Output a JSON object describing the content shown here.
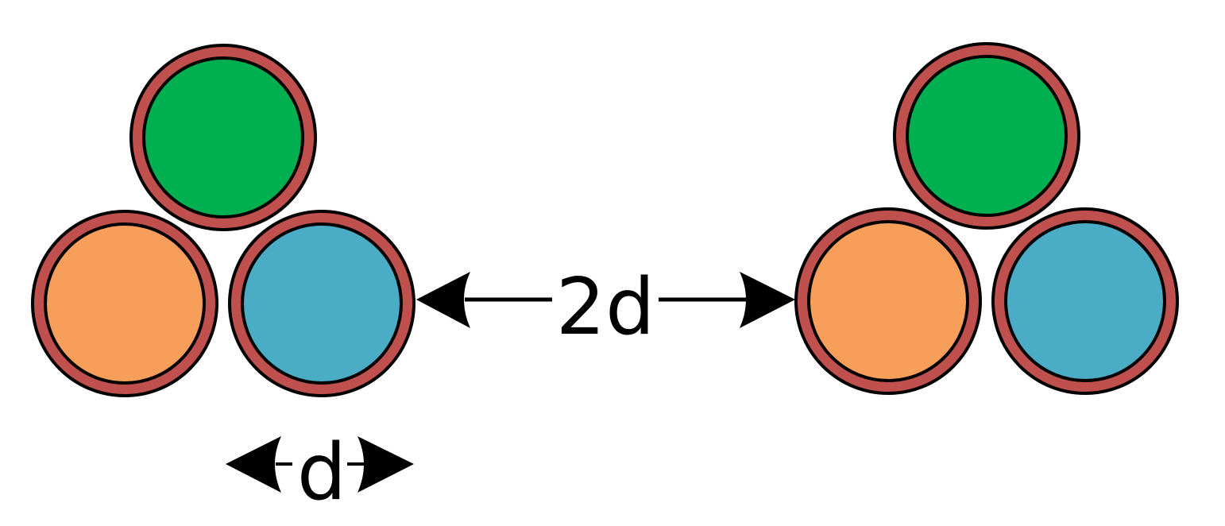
{
  "labels": {
    "gap": "2d",
    "diameter": "d"
  },
  "colors": {
    "background": "#ffffff",
    "ring": "#c0504d",
    "outline": "#000000",
    "green": "#00b050",
    "orange": "#f79f5a",
    "blue": "#4bacc6"
  },
  "clusters": [
    {
      "name": "left-cluster",
      "circles": [
        "green",
        "orange",
        "blue"
      ]
    },
    {
      "name": "right-cluster",
      "circles": [
        "green",
        "orange",
        "blue"
      ]
    }
  ]
}
